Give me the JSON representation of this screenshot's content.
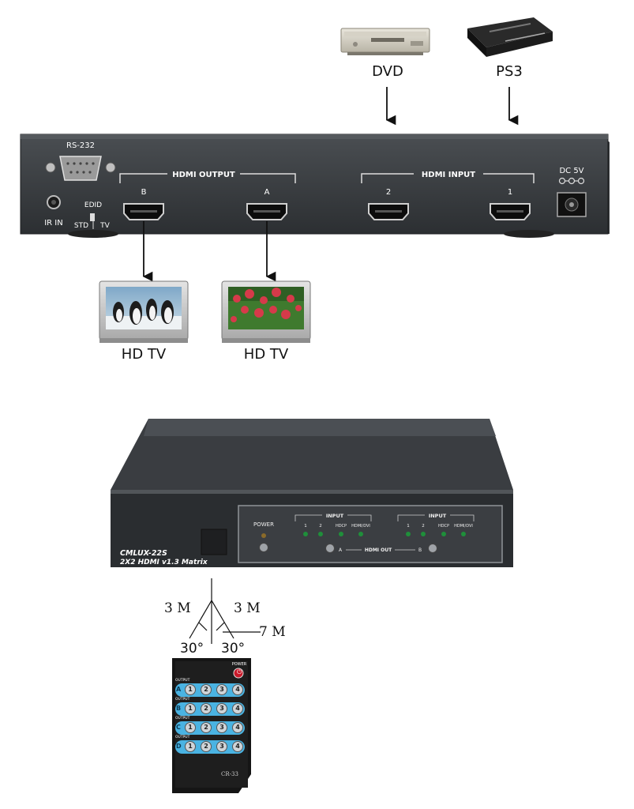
{
  "sources": {
    "dvd": {
      "label": "DVD"
    },
    "ps3": {
      "label": "PS3"
    }
  },
  "rear_panel": {
    "rs232": "RS-232",
    "ir_in": "IR IN",
    "edid": "EDID",
    "std": "STD",
    "tv": "TV",
    "hdmi_output": "HDMI OUTPUT",
    "hdmi_input": "HDMI INPUT",
    "out_b": "B",
    "out_a": "A",
    "in_2": "2",
    "in_1": "1",
    "dc": "DC 5V"
  },
  "displays": [
    {
      "label": "HD TV"
    },
    {
      "label": "HD TV"
    }
  ],
  "front_panel": {
    "model": "CMLUX-22S",
    "subtitle": "2X2 HDMI v1.3 Matrix",
    "power": "POWER",
    "input": "INPUT",
    "led_1": "1",
    "led_2": "2",
    "led_hdcp": "HDCP",
    "led_hdmi_dvi": "HDMI/DVI",
    "hdmi_out": "HDMI OUT",
    "out_a": "A",
    "out_b": "B"
  },
  "ir_range": {
    "left_dist": "3 M",
    "right_dist": "3 M",
    "center_dist": "7 M",
    "left_angle": "30°",
    "right_angle": "30°"
  },
  "remote": {
    "power": "POWER",
    "output": "OUTPUT",
    "rows": [
      "A",
      "B",
      "C",
      "D"
    ],
    "buttons": [
      "1",
      "2",
      "3",
      "4"
    ],
    "model": "CR-33"
  }
}
